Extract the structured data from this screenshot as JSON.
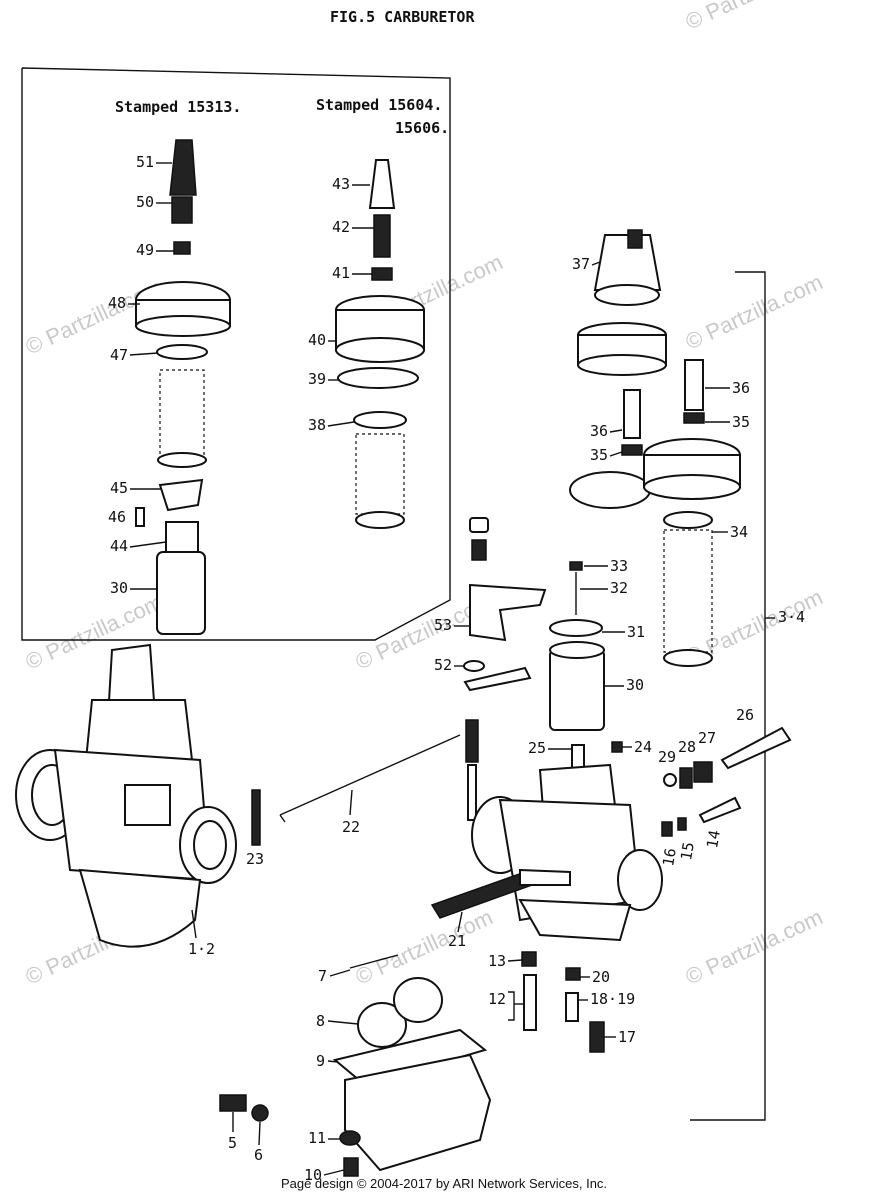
{
  "title": "FIG.5 CARBURETOR",
  "footer": "Page design © 2004-2017 by ARI Network Services, Inc.",
  "watermark": "© Partzilla.com",
  "inset": {
    "variant_a": "Stamped 15313.",
    "variant_b_line1": "Stamped 15604.",
    "variant_b_line2": "15606."
  },
  "bracket_label": "3·4",
  "callouts": {
    "c51": "51",
    "c50": "50",
    "c49": "49",
    "c48": "48",
    "c47": "47",
    "c46": "46",
    "c45": "45",
    "c44": "44",
    "c30a": "30",
    "c43": "43",
    "c42": "42",
    "c41": "41",
    "c40": "40",
    "c39": "39",
    "c38": "38",
    "c37": "37",
    "c36a": "36",
    "c35a": "35",
    "c36b": "36",
    "c35b": "35",
    "c34": "34",
    "c33": "33",
    "c32": "32",
    "c31": "31",
    "c30b": "30",
    "c53": "53",
    "c52": "52",
    "c25": "25",
    "c24": "24",
    "c29": "29",
    "c28": "28",
    "c27": "27",
    "c26": "26",
    "c22": "22",
    "c23": "23",
    "c12main": "1·2",
    "c16": "16",
    "c15": "15",
    "c14": "14",
    "c21": "21",
    "c13": "13",
    "c20": "20",
    "c12": "12",
    "c1819": "18·19",
    "c17": "17",
    "c7": "7",
    "c8": "8",
    "c9": "9",
    "c5": "5",
    "c6": "6",
    "c11": "11",
    "c10": "10"
  },
  "colors": {
    "ink": "#111111",
    "paper": "#ffffff",
    "watermark": "#c9c9c9"
  }
}
